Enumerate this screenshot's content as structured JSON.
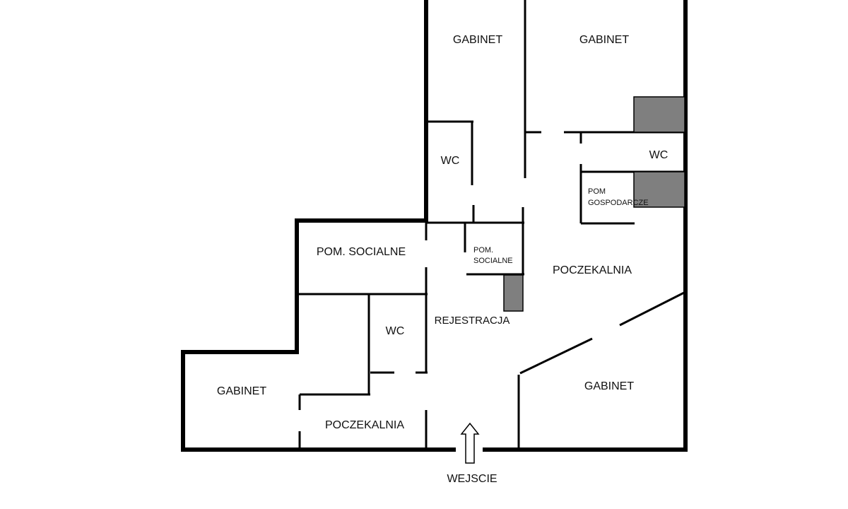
{
  "plan": {
    "rooms": {
      "gabinet_top_left": "GABINET",
      "gabinet_top_right": "GABINET",
      "wc_upper": "WC",
      "wc_right": "WC",
      "pom_gospodarcze_line1": "POM",
      "pom_gospodarcze_line2": "GOSPODARCZE",
      "pom_socialne_large": "POM. SOCIALNE",
      "pom_socialne_small_line1": "POM.",
      "pom_socialne_small_line2": "SOCIALNE",
      "poczekalnia_right": "POCZEKALNIA",
      "rejestracja": "REJESTRACJA",
      "wc_lower": "WC",
      "gabinet_lower_left": "GABINET",
      "poczekalnia_lower": "POCZEKALNIA",
      "gabinet_lower_right": "GABINET"
    },
    "entrance_label": "WEJSCIE",
    "colors": {
      "wall": "#000000",
      "fixture": "#7f7f7f",
      "background": "#ffffff"
    }
  }
}
